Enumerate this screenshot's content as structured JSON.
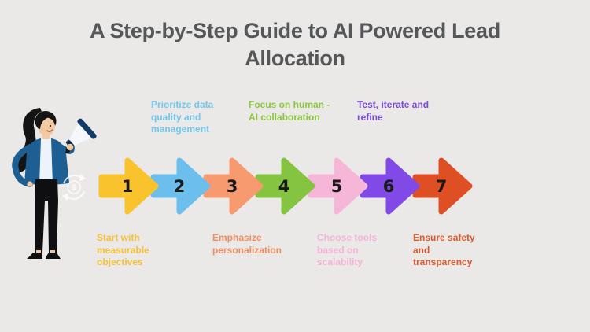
{
  "background_color": "#EAE9E7",
  "title": {
    "text": "A Step-by-Step Guide to AI Powered Lead\nAllocation",
    "color": "#565759"
  },
  "number_color": "#1A1A1A",
  "steps": [
    {
      "number": "1",
      "arrow_color": "#F9C32D",
      "label": "Start with\nmeasurable\nobjectives",
      "label_color": "#F5C139",
      "label_position": "below"
    },
    {
      "number": "2",
      "arrow_color": "#6CBEEC",
      "label": "Prioritize data\nquality and\nmanagement",
      "label_color": "#74C7EC",
      "label_position": "above"
    },
    {
      "number": "3",
      "arrow_color": "#F89A70",
      "label": "Emphasize\npersonalization",
      "label_color": "#EF8E60",
      "label_position": "below"
    },
    {
      "number": "4",
      "arrow_color": "#84C440",
      "label": "Focus on human -\nAI collaboration",
      "label_color": "#8CC63E",
      "label_position": "above"
    },
    {
      "number": "5",
      "arrow_color": "#F6B6D8",
      "label": "Choose tools\nbased on\nscalability",
      "label_color": "#F4B3D7",
      "label_position": "below"
    },
    {
      "number": "6",
      "arrow_color": "#8149E6",
      "label": "Test, iterate and\nrefine",
      "label_color": "#7B49DC",
      "label_position": "above"
    },
    {
      "number": "7",
      "arrow_color": "#DF4F24",
      "label": "Ensure safety\nand\ntransparency",
      "label_color": "#D95A30",
      "label_position": "below"
    }
  ],
  "icons": {
    "dollar_refresh_symbol": "$"
  },
  "illustration": {
    "name": "woman-with-megaphone",
    "colors": {
      "hair": "#141414",
      "skin": "#F2C9A3",
      "jacket": "#1E5F93",
      "shirt": "#EDF3FA",
      "pants": "#0F0F12",
      "megaphone_body": "#F4F8FD",
      "megaphone_dark": "#143A66",
      "smile": "#A96A44"
    }
  }
}
